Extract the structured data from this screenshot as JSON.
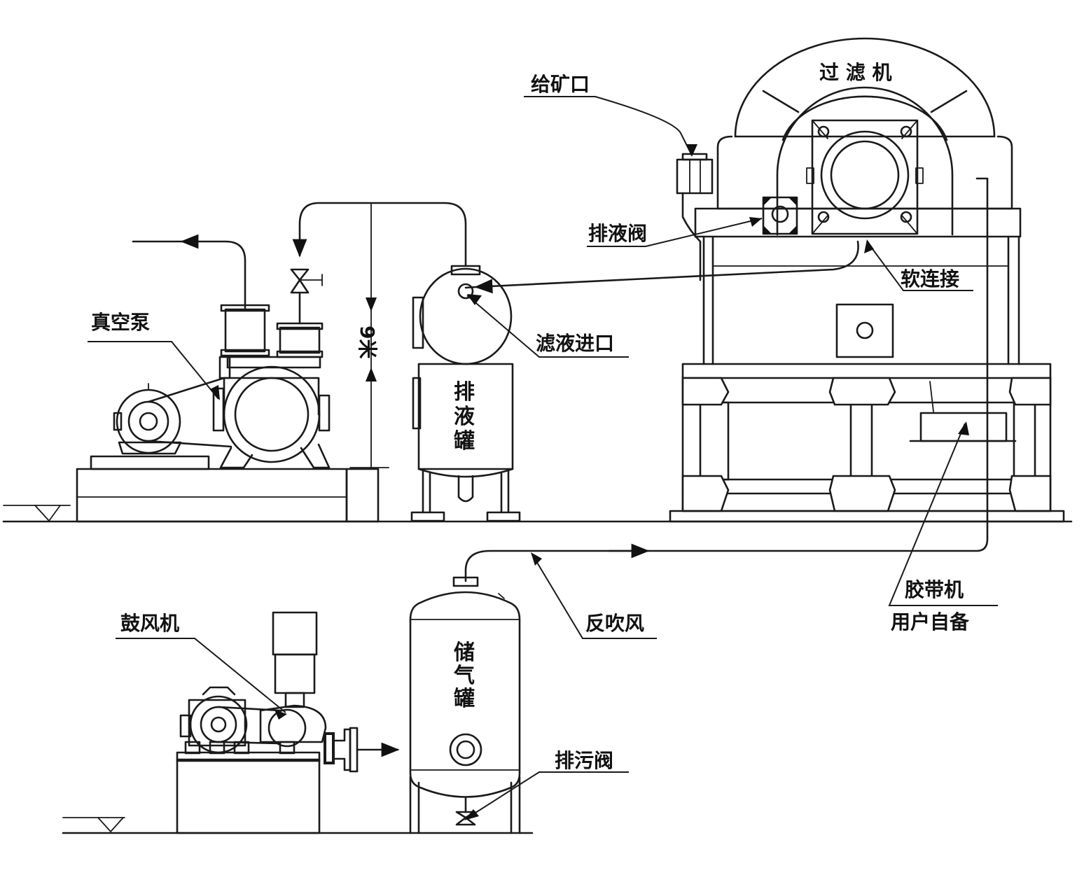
{
  "labels": {
    "filter": "过 滤 机",
    "ore_feed": "给矿口",
    "drain_valve_top": "排液阀",
    "soft_connection": "软连接",
    "filtrate_inlet": "滤液进口",
    "vacuum_pump": "真空泵",
    "height": "9米",
    "drain_tank": [
      "排",
      "液",
      "罐"
    ],
    "belt_conveyor": "胶带机",
    "user_supplied": "用户自备",
    "blowback": "反吹风",
    "blower": "鼓风机",
    "air_tank": [
      "储",
      "气",
      "罐"
    ],
    "sewage_valve": "排污阀"
  },
  "colors": {
    "line": "#1a1a1a",
    "background": "#ffffff"
  }
}
